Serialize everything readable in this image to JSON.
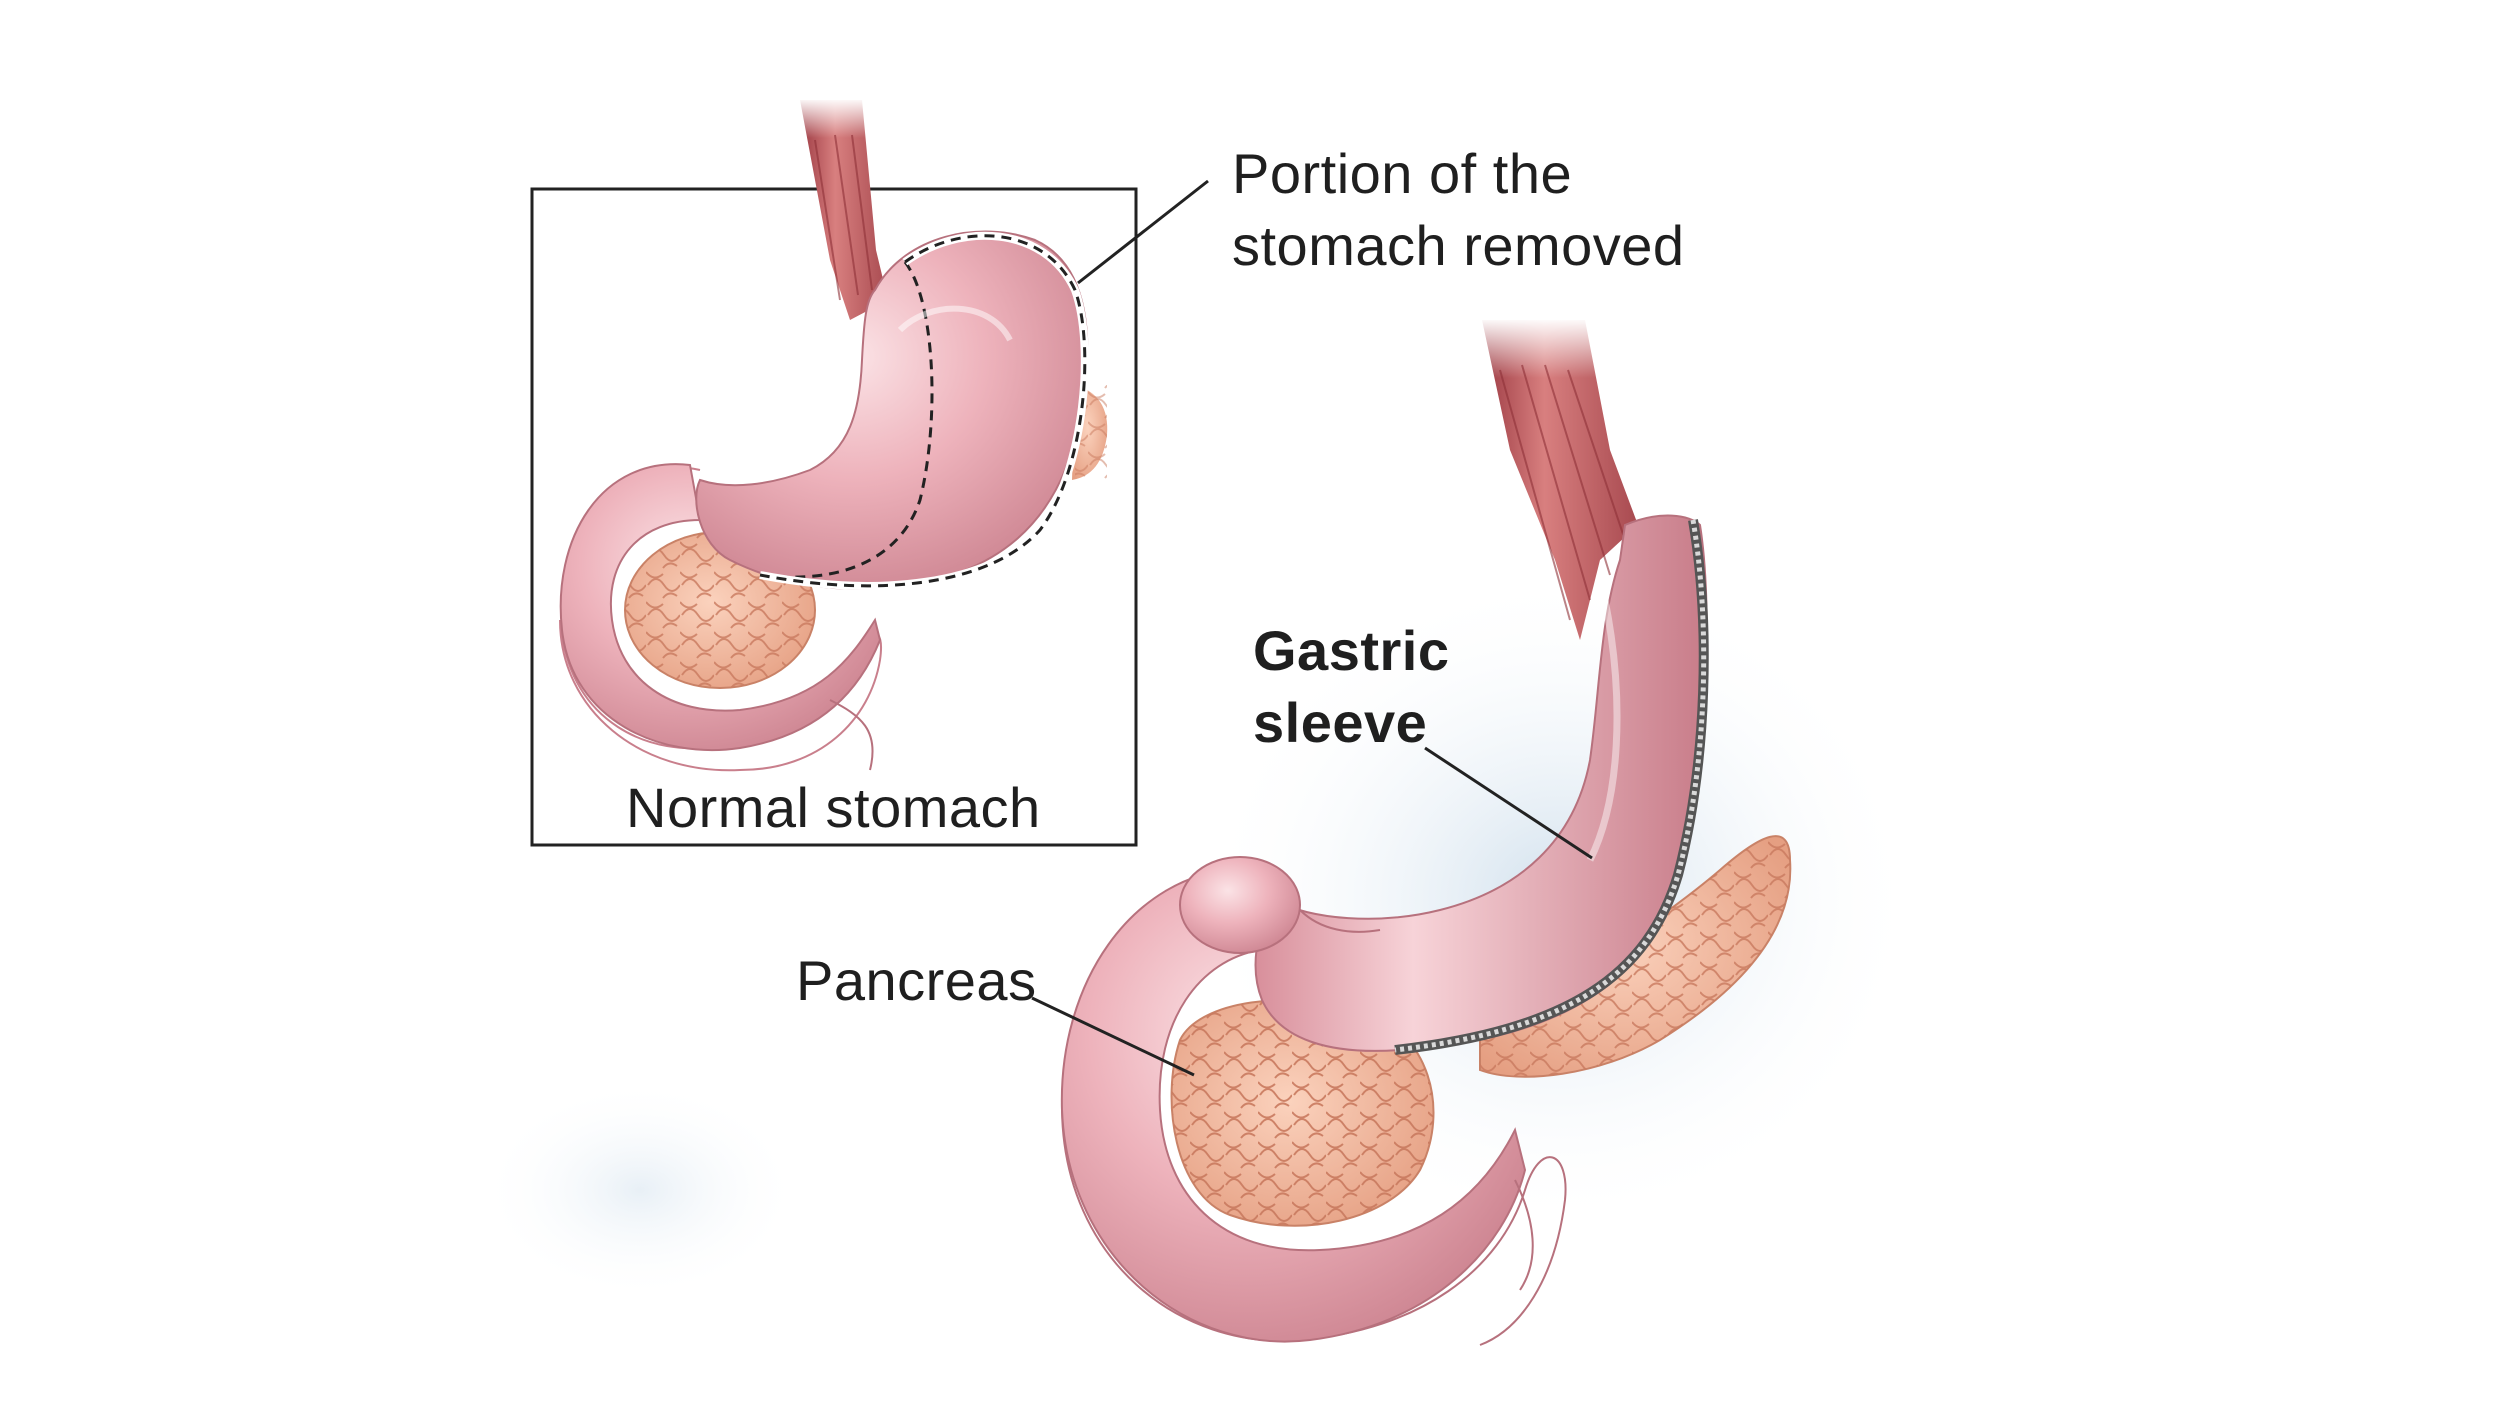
{
  "labels": {
    "portion_removed": [
      "Portion of the",
      "stomach removed"
    ],
    "gastric_sleeve": [
      "Gastric",
      "sleeve"
    ],
    "normal_stomach": "Normal stomach",
    "pancreas": "Pancreas"
  },
  "colors": {
    "stomach": "#e8a9b3",
    "esophagus": "#b8555a",
    "pancreas": "#f0b59a",
    "outline": "#222222",
    "shadow": "#d6e4ef"
  }
}
